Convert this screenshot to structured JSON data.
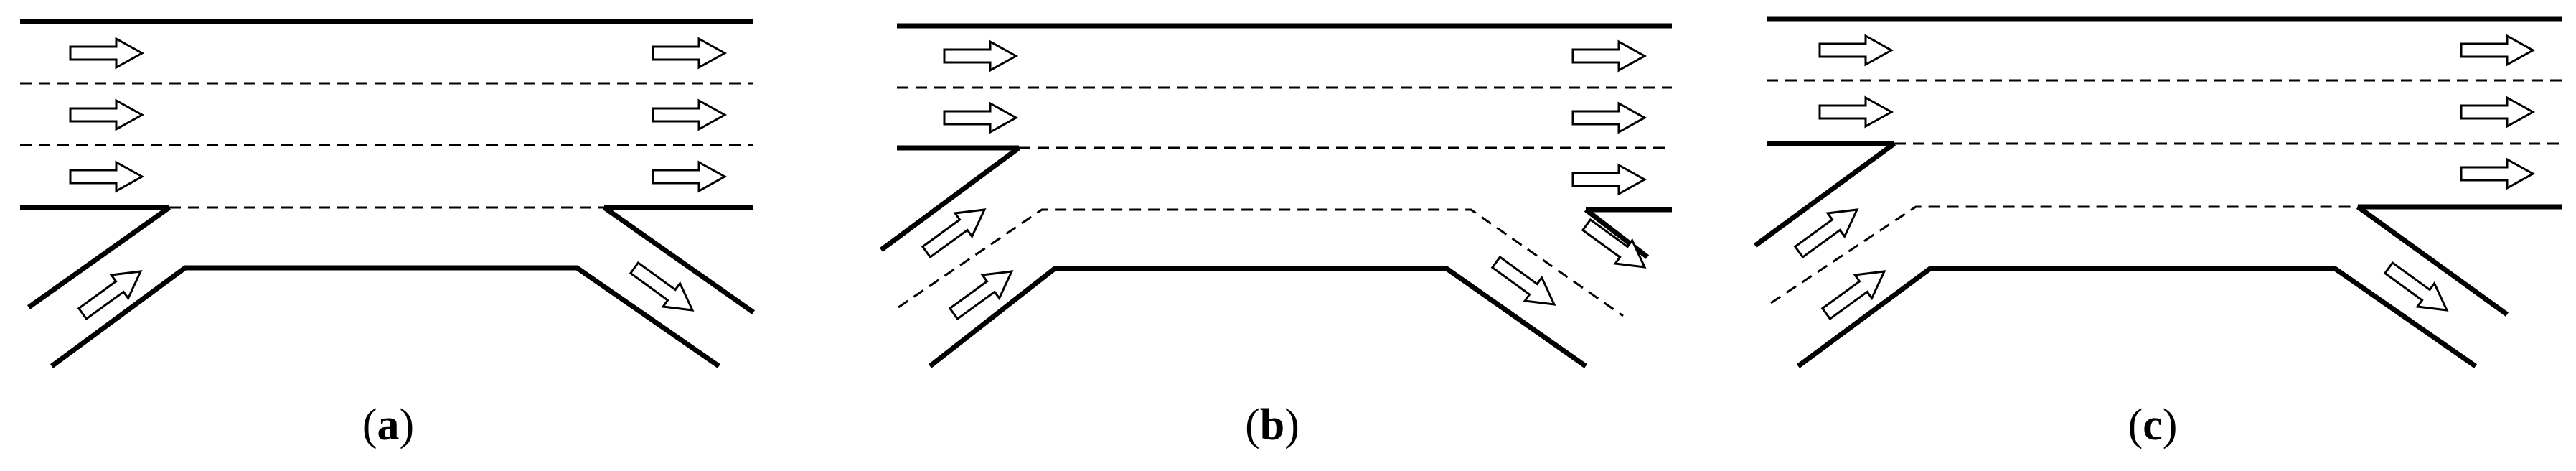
{
  "panels": [
    {
      "id": "a",
      "caption_open": "(",
      "caption_letter": "a",
      "caption_close": ")"
    },
    {
      "id": "b",
      "caption_open": "(",
      "caption_letter": "b",
      "caption_close": ")"
    },
    {
      "id": "c",
      "caption_open": "(",
      "caption_letter": "c",
      "caption_close": ")"
    }
  ],
  "colors": {
    "line": "#000000",
    "arrow_fill": "#ffffff",
    "background": "#ffffff"
  }
}
